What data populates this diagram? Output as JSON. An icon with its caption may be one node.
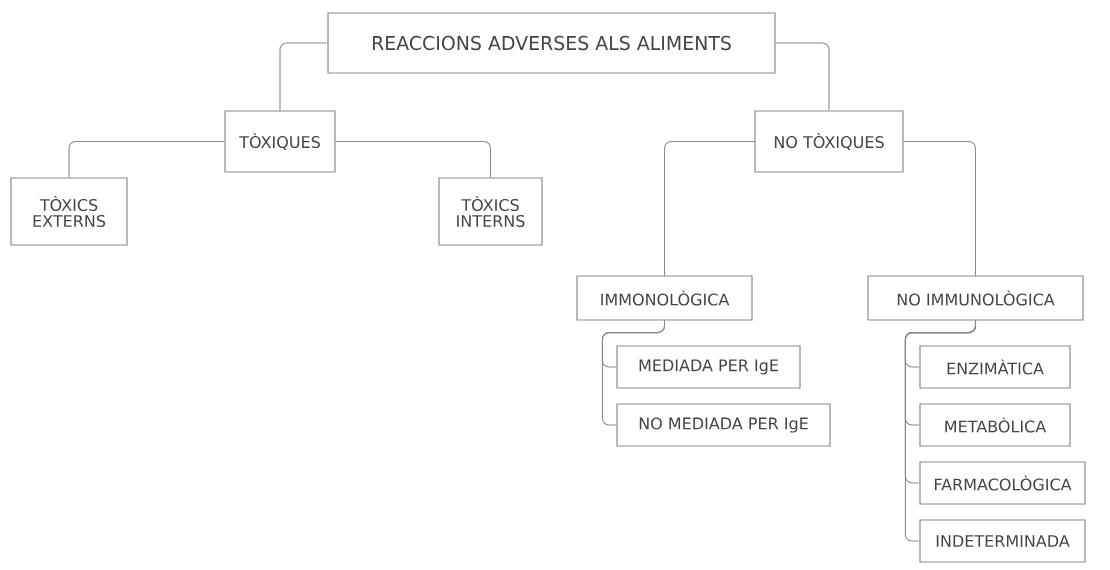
{
  "diagram": {
    "nodes": [
      {
        "text": [
          "REACCIONS ADVERSES ALS ALIMENTS"
        ]
      },
      {
        "text": [
          "TÒXIQUES"
        ]
      },
      {
        "text": [
          "TÒXICS EXTERNS"
        ]
      },
      {
        "text": [
          "TÒXICS INTERNS"
        ]
      },
      {
        "text": [
          "NO TÒXIQUES"
        ]
      },
      {
        "text": [
          "IMMONOLÒGICA"
        ]
      },
      {
        "text": [
          "NO IMMUNOLÒGICA"
        ]
      },
      {
        "text": [
          "MEDIADA PER IgE"
        ]
      },
      {
        "text": [
          "NO MEDIADA PER IgE"
        ]
      },
      {
        "text": [
          "ENZIMÀTICA"
        ]
      },
      {
        "text": [
          "METABÒLICA"
        ]
      },
      {
        "text": [
          "FARMACOLÒGICA"
        ]
      },
      {
        "text": [
          "INDETERMINADA"
        ]
      }
    ],
    "edges": [
      {
        "from": 0,
        "to": 1,
        "arrow": "none"
      },
      {
        "from": 0,
        "to": 4,
        "arrow": "none"
      },
      {
        "from": 1,
        "to": 2,
        "arrow": "none"
      },
      {
        "from": 1,
        "to": 3,
        "arrow": "none"
      },
      {
        "from": 4,
        "to": 5,
        "arrow": "none"
      },
      {
        "from": 4,
        "to": 6,
        "arrow": "none"
      },
      {
        "from": 5,
        "to": 7,
        "arrow": "none"
      },
      {
        "from": 5,
        "to": 8,
        "arrow": "none"
      },
      {
        "from": 6,
        "to": 9,
        "arrow": "none"
      },
      {
        "from": 6,
        "to": 10,
        "arrow": "none"
      },
      {
        "from": 6,
        "to": 11,
        "arrow": "none"
      },
      {
        "from": 6,
        "to": 12,
        "arrow": "none"
      }
    ]
  }
}
